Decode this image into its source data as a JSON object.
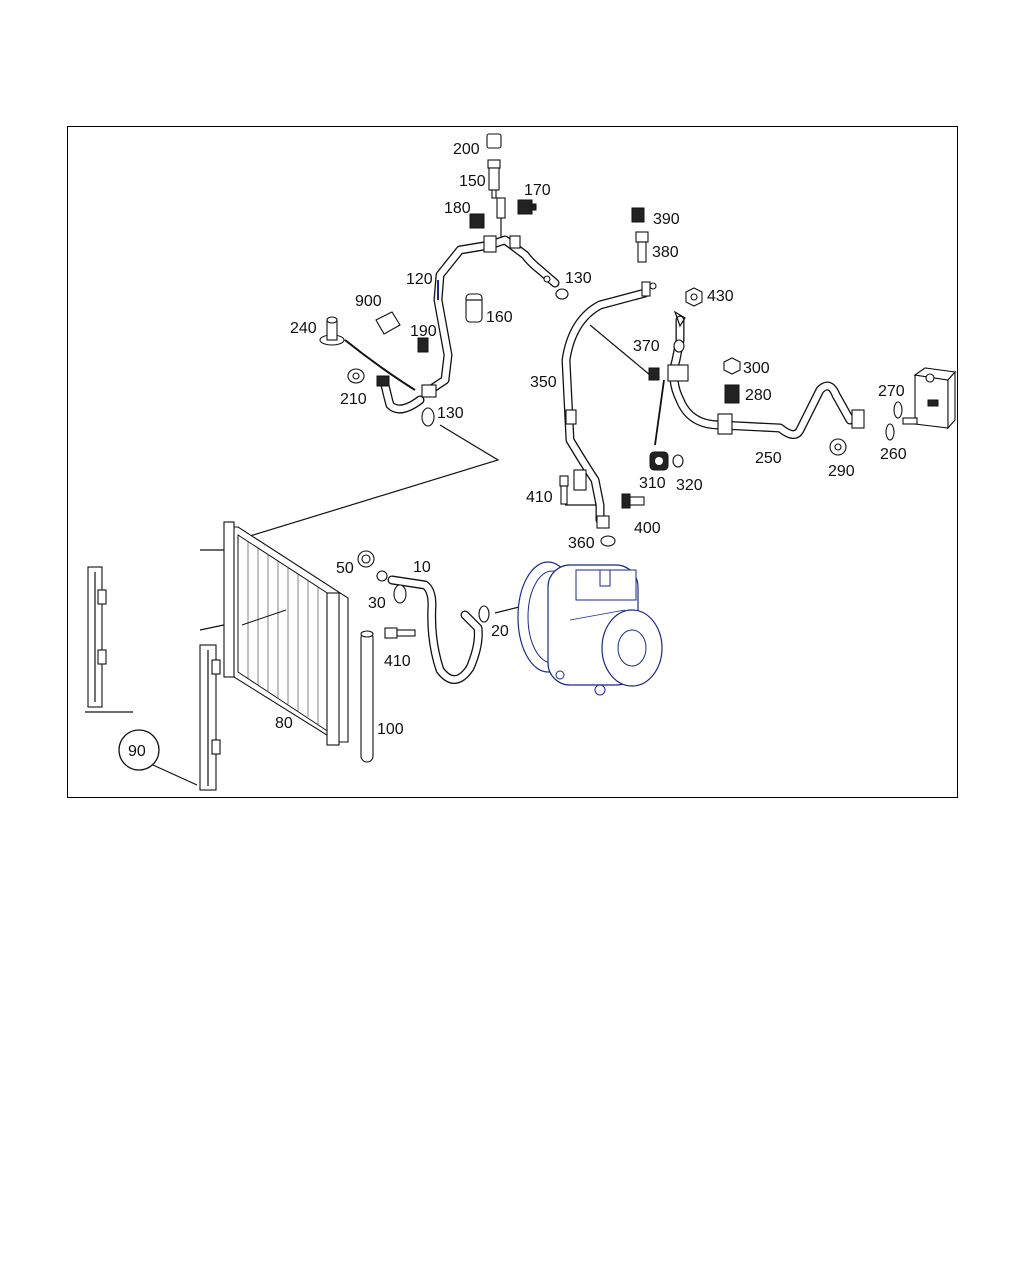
{
  "diagram": {
    "callouts": {
      "p10": "10",
      "p20": "20",
      "p30": "30",
      "p50": "50",
      "p80": "80",
      "p90": "90",
      "p100": "100",
      "p120": "120",
      "p130a": "130",
      "p130b": "130",
      "p150": "150",
      "p160": "160",
      "p170": "170",
      "p180": "180",
      "p190": "190",
      "p200": "200",
      "p210": "210",
      "p240": "240",
      "p250": "250",
      "p260": "260",
      "p270": "270",
      "p280": "280",
      "p290": "290",
      "p300": "300",
      "p310": "310",
      "p320": "320",
      "p350": "350",
      "p360": "360",
      "p370": "370",
      "p380": "380",
      "p390": "390",
      "p400": "400",
      "p410a": "410",
      "p410b": "410",
      "p430": "430",
      "p900": "900"
    },
    "colors": {
      "ink": "#111111",
      "accent_blue": "#1a2a8c",
      "background": "#ffffff"
    }
  }
}
